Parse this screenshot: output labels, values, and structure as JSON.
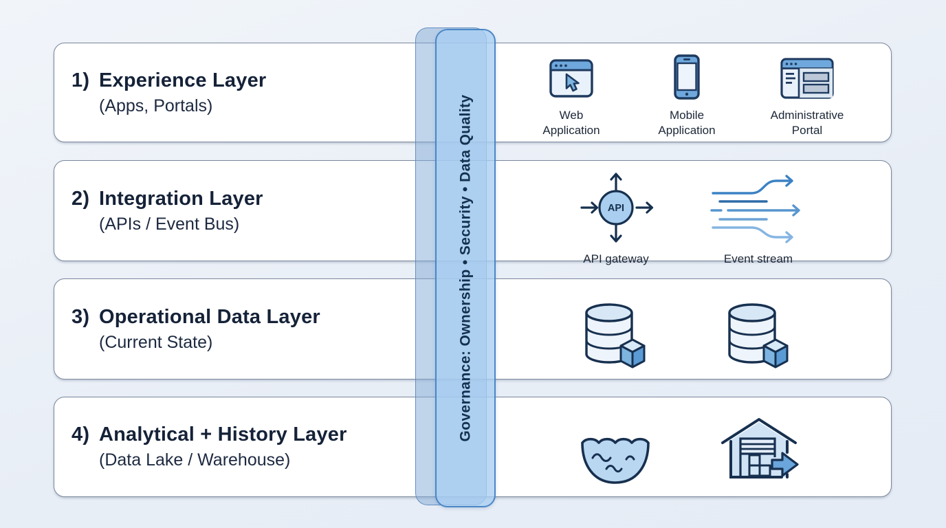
{
  "colors": {
    "background": "#e8eef6",
    "card_background": "#ffffff",
    "card_border": "#7a879c",
    "icon_outline_navy": "#1e3a5f",
    "icon_blue": "#6fa8dc",
    "icon_light_blue": "#cfe3f5",
    "governance_bar_fill": "#a8ceF2",
    "governance_bar_border": "#4b86c5",
    "heading_text": "#152238"
  },
  "governance_bar": {
    "label": "Governance: Ownership • Security • Data Quality"
  },
  "layers": [
    {
      "number": "1)",
      "title": "Experience Layer",
      "subtitle": "(Apps, Portals)",
      "items": [
        {
          "icon": "web-application-icon",
          "label": "Web Application"
        },
        {
          "icon": "mobile-application-icon",
          "label": "Mobile Application"
        },
        {
          "icon": "administrative-portal-icon",
          "label": "Administrative Portal"
        }
      ]
    },
    {
      "number": "2)",
      "title": "Integration Layer",
      "subtitle": "(APIs / Event Bus)",
      "items": [
        {
          "icon": "api-gateway-icon",
          "label": "API gateway",
          "badge": "API"
        },
        {
          "icon": "event-stream-icon",
          "label": "Event stream"
        }
      ]
    },
    {
      "number": "3)",
      "title": "Operational Data Layer",
      "subtitle": "(Current State)",
      "items": [
        {
          "icon": "database-icon",
          "label": ""
        },
        {
          "icon": "database-icon",
          "label": ""
        }
      ]
    },
    {
      "number": "4)",
      "title": "Analytical + History Layer",
      "subtitle": "(Data Lake / Warehouse)",
      "items": [
        {
          "icon": "data-lake-icon",
          "label": ""
        },
        {
          "icon": "warehouse-icon",
          "label": ""
        }
      ]
    }
  ]
}
